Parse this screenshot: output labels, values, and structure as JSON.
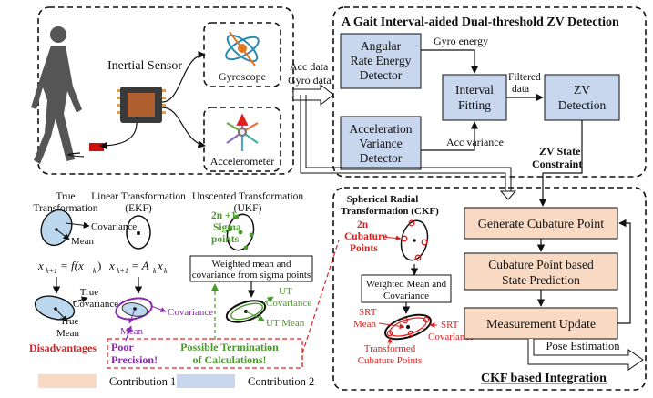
{
  "sensor": {
    "inertial_sensor": "Inertial Sensor",
    "gyroscope": "Gyroscope",
    "accelerometer": "Accelerometer",
    "acc_data": "Acc data",
    "gyro_data": "Gyro data"
  },
  "zv": {
    "title": "A Gait Interval-aided Dual-threshold ZV Detection",
    "angular_box": [
      "Angular",
      "Rate Energy",
      "Detector"
    ],
    "accel_box": [
      "Acceleration",
      "Variance",
      "Detector"
    ],
    "interval_box": [
      "Interval",
      "Fitting"
    ],
    "zv_box": [
      "ZV",
      "Detection"
    ],
    "gyro_energy": "Gyro energy",
    "acc_variance": "Acc variance",
    "filtered_data": [
      "Filtered",
      "data"
    ],
    "zv_constraint": [
      "ZV State",
      "Constraint"
    ]
  },
  "transforms": {
    "true_title": [
      "True",
      "Transformation"
    ],
    "linear_title": [
      "Linear Transformation",
      "(EKF)"
    ],
    "unscented_title": [
      "Unscented Transformation",
      "(UKF)"
    ],
    "covariance": "Covariance",
    "mean": "Mean",
    "true_eq": "x",
    "true_eq_rhs": "= f(x",
    "linear_eq_rhs": "= A",
    "true_covariance": [
      "True",
      "Covariance"
    ],
    "true_mean": [
      "True",
      "Mean"
    ],
    "sigma_points": [
      "2n +1",
      "Sigma",
      "points"
    ],
    "weighted_sigma": [
      "Weighted mean and",
      "covariance from sigma points"
    ],
    "ut_covariance": [
      "UT",
      "Covariance"
    ],
    "ut_mean": "UT Mean",
    "disadvantages": "Disadvantages",
    "poor_precision": [
      "Poor",
      "Precision!"
    ],
    "possible_termination": [
      "Possible Termination",
      "of Calculations!"
    ]
  },
  "legend": {
    "contribution1": "Contribution 1",
    "contribution2": "Contribution 2",
    "color1": "#f8d9c4",
    "color2": "#c9d7ee"
  },
  "ckf": {
    "spherical": [
      "Spherical Radial",
      "Transformation (CKF)"
    ],
    "cubature_points": [
      "2n",
      "Cubature",
      "Points"
    ],
    "weighted_mean": [
      "Weighted Mean and",
      "Covariance"
    ],
    "srt_mean": [
      "SRT",
      "Mean"
    ],
    "srt_covariance": [
      "SRT",
      "Covariance"
    ],
    "transformed": [
      "Transformed",
      "Cubature Points"
    ],
    "generate": "Generate Cubature Point",
    "prediction": [
      "Cubature Point based",
      "State Prediction"
    ],
    "measurement": "Measurement Update",
    "pose": "Pose Estimation",
    "title": "CKF based Integration"
  },
  "colors": {
    "red": "#e02020",
    "green": "#4a9a2a",
    "purple": "#8a2ab0"
  }
}
